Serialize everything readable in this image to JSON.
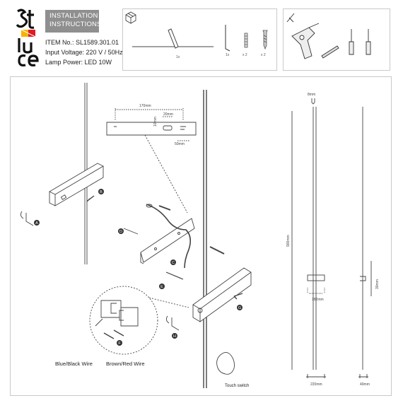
{
  "header": {
    "logo_text": "st luce",
    "banner": [
      "INSTALLATION",
      "INSTRUCTIONS"
    ],
    "specs": [
      "ITEM No.: SL1589.301.01",
      "Input Voltage: 220 V / 50Hz",
      "Lamp Power: LED 10W"
    ]
  },
  "parts": {
    "lamp_count": "1x",
    "hex_key_count": "1x",
    "anchor_count": "x 2",
    "screw_count": "x 2"
  },
  "steps": {
    "a": "A",
    "b": "B",
    "c": "C",
    "d": "D",
    "e": "E",
    "f": "F",
    "g": "G",
    "h": "H"
  },
  "bracket_dims": {
    "width": "170mm",
    "slot_width": "20mm",
    "slot_height": "10mm",
    "offset": "50mm"
  },
  "wires": {
    "left": "Blue/Black Wire",
    "right": "Brown/Red Wire"
  },
  "touch_switch": "Touch switch",
  "dims": {
    "thickness": "8mm",
    "height": "900mm",
    "body_width": "182mm",
    "total_width": "220mm",
    "depth": "40mm",
    "side_height": "30mm"
  }
}
